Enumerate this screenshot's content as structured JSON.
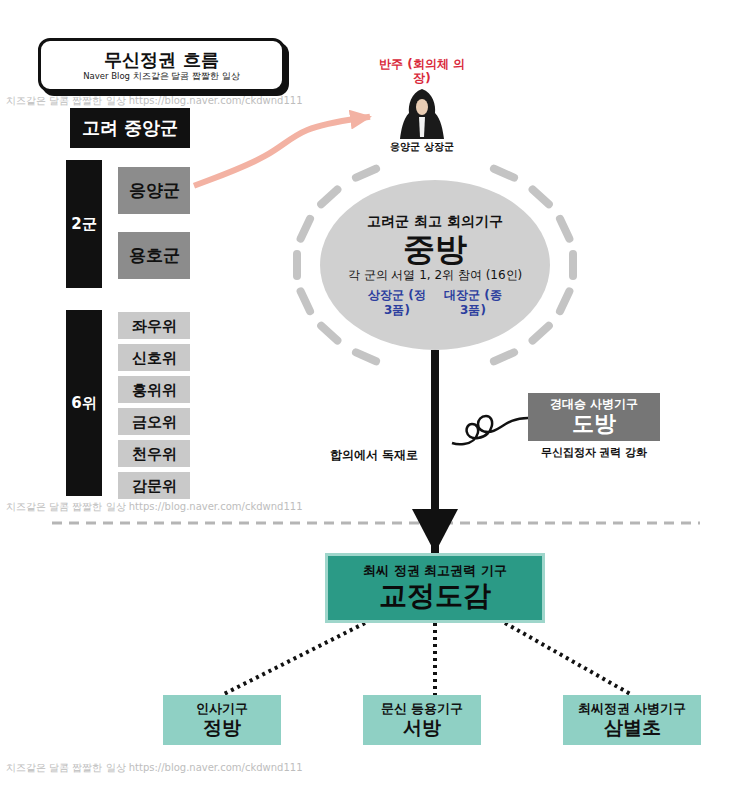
{
  "diagram": {
    "nodes": [
      {
        "text": [
          "무신정권 흐름",
          "Naver Blog 치즈같은 달콤 짭짤한 일상"
        ]
      },
      {
        "text": [
          "고려 중앙군"
        ]
      },
      {
        "text": [
          "2군"
        ]
      },
      {
        "text": [
          "응양군"
        ]
      },
      {
        "text": [
          "용호군"
        ]
      },
      {
        "text": [
          "6위"
        ]
      },
      {
        "text": [
          "좌우위"
        ]
      },
      {
        "text": [
          "신호위"
        ]
      },
      {
        "text": [
          "흥위위"
        ]
      },
      {
        "text": [
          "금오위"
        ]
      },
      {
        "text": [
          "천우위"
        ]
      },
      {
        "text": [
          "감문위"
        ]
      },
      {
        "text": [
          "고려군 최고 회의기구",
          "중방",
          "각 군의 서열 1, 2위 참여 (16인)",
          "상장군 (정3품)",
          "대장군 (종3품)"
        ]
      },
      {
        "text": [
          "반주 (회의체 의장)",
          "응양군 상장군"
        ]
      },
      {
        "text": [
          "경대승 사병기구",
          "도방"
        ]
      },
      {
        "text": [
          "최씨 정권 최고권력 기구",
          "교정도감"
        ]
      },
      {
        "text": [
          "인사기구",
          "정방"
        ]
      },
      {
        "text": [
          "문신 등용기구",
          "서방"
        ]
      },
      {
        "text": [
          "최씨정권 사병기구",
          "삼별초"
        ]
      }
    ],
    "edges": [
      {
        "from": 3,
        "to": 13,
        "arrow": "to"
      },
      {
        "from": 12,
        "to": 15,
        "label": "합의에서 독재로",
        "arrow": "to"
      },
      {
        "from": 15,
        "to": 16,
        "arrow": "none"
      },
      {
        "from": 15,
        "to": 17,
        "arrow": "none"
      },
      {
        "from": 15,
        "to": 18,
        "arrow": "none"
      }
    ],
    "labels": [
      "무신집정자 권력 강화",
      "치즈같은 달콤 짭짤한 일상 https://blog.naver.com/ckdwnd111",
      "치즈같은 달콤 짭짤한 일상 https://blog.naver.com/ckdwnd111",
      "치즈같은 달콤 짭짤한 일상 https://blog.naver.com/ckdwnd111"
    ]
  }
}
